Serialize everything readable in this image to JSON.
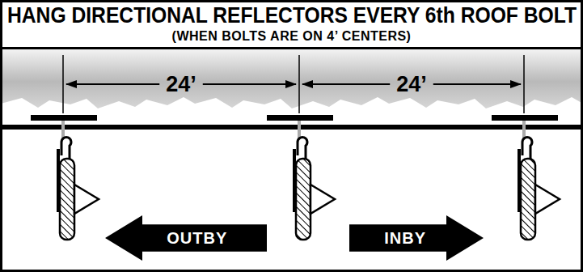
{
  "diagram": {
    "title": "HANG DIRECTIONAL REFLECTORS EVERY 6th ROOF BOLT",
    "nodes": [
      {
        "text": [
          "OUTBY"
        ]
      },
      {
        "text": [
          "INBY"
        ]
      }
    ],
    "labels": [
      "(WHEN BOLTS ARE ON 4’ CENTERS)",
      "24’",
      "24’"
    ]
  }
}
